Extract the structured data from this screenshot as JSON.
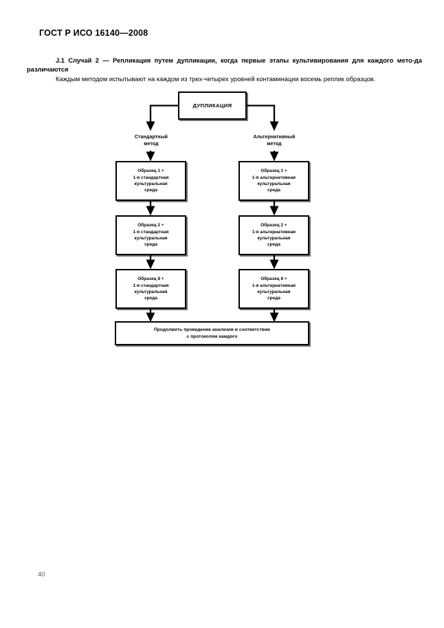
{
  "document": {
    "standard_header": "ГОСТ Р ИСО 16140—2008",
    "page_number": "40",
    "clause_title": "J.1 Случай 2 — Репликация путем дупликации, когда первые этапы культивирования для каждого мето-да различаются",
    "clause_body": "Каждым методом испытывают на каждом из трех-четырех  уровней контаминации восемь реплик образцов."
  },
  "flowchart": {
    "root": {
      "label": "ДУПЛИКАЦИЯ"
    },
    "branches": [
      {
        "id": "standard",
        "label": "Стандартный\nметод",
        "nodes": [
          {
            "label": "Образец 1 +\n1-я стандартная\nкультуральная\nсреда"
          },
          {
            "label": "Образец 2 +\n1-я стандартная\nкультуральная\nсреда"
          },
          {
            "label": "Образец 8 +\n1-я стандартная\nкультуральная\nсреда"
          }
        ]
      },
      {
        "id": "alternative",
        "label": "Альтернативный\nметод",
        "nodes": [
          {
            "label": "Образец 1 +\n1-я альтернативная\nкультуральная\nсреда"
          },
          {
            "label": "Образец 2 +\n1-я альтернативная\nкультуральная\nсреда"
          },
          {
            "label": "Образец 8 +\n1-я альтернативная\nкультуральная\nсреда"
          }
        ]
      }
    ],
    "final": {
      "label": "Продолжить проведение анализов в соответствии\nс протоколом каждого"
    },
    "colors": {
      "line": "#000000",
      "box_border": "#000000",
      "box_fill": "#ffffff"
    }
  }
}
